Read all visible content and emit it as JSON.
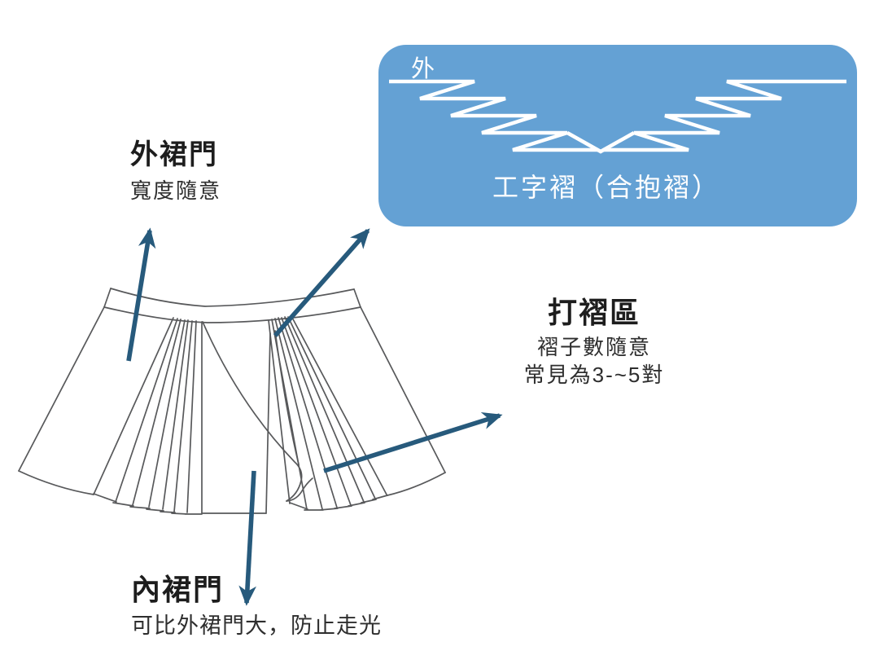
{
  "palette": {
    "callout_blue": "#64a1d4",
    "arrow_blue": "#275a7c",
    "sketch_gray": "#58595b",
    "text_black": "#1f1f1f",
    "white": "#ffffff"
  },
  "pleat_box": {
    "corner_label": "外",
    "caption": "工字褶（合抱褶）"
  },
  "labels": {
    "outer_panel": {
      "title": "外裙門",
      "subtitle": "寬度隨意"
    },
    "pleat_area": {
      "title": "打褶區",
      "line1": "褶子數隨意",
      "line2": "常見為3-~5對"
    },
    "inner_panel": {
      "title": "內裙門",
      "subtitle": "可比外裙門大，防止走光"
    }
  },
  "icons": {
    "outer_panel_arrow": "up-arrow",
    "pleat_type_arrow": "up-right-arrow",
    "pleat_area_arrow": "right-up-arrow",
    "inner_panel_arrow": "down-arrow"
  }
}
